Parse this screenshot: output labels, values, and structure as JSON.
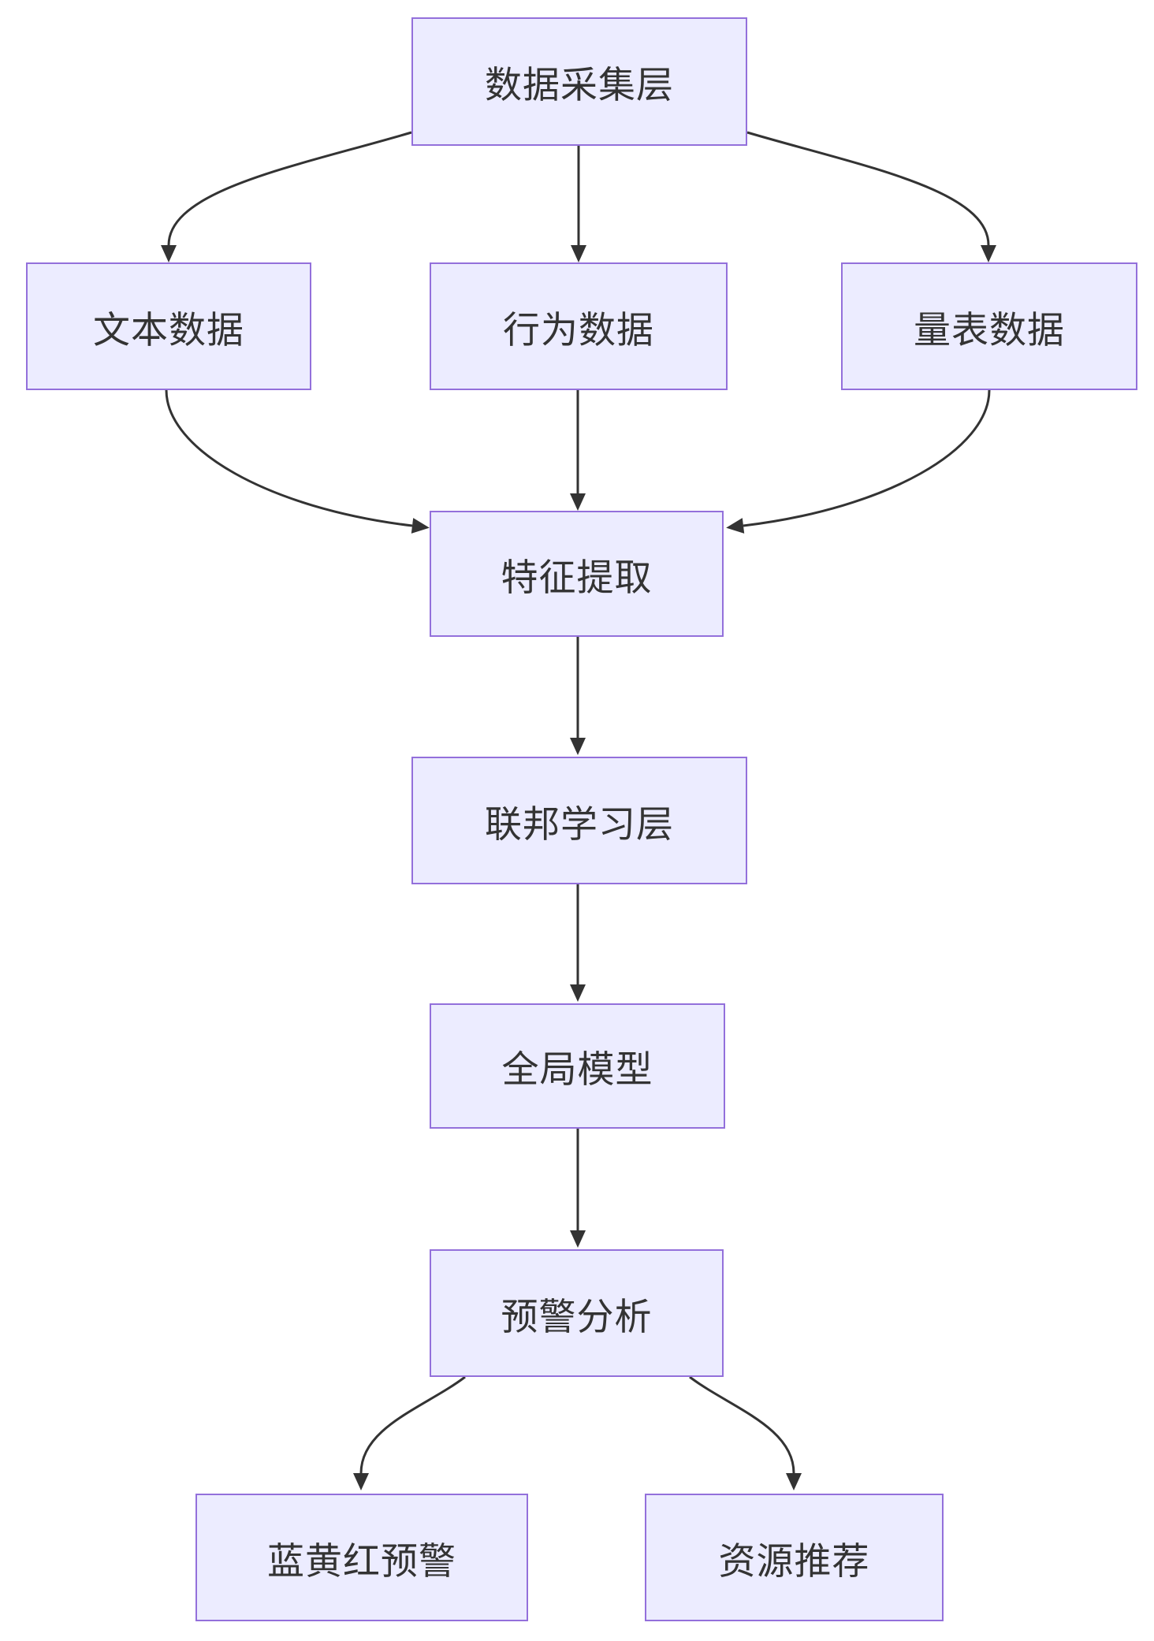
{
  "diagram": {
    "type": "flowchart",
    "direction": "top-down",
    "nodes": [
      {
        "id": "data_collection_layer",
        "label": "数据采集层"
      },
      {
        "id": "text_data",
        "label": "文本数据"
      },
      {
        "id": "behavior_data",
        "label": "行为数据"
      },
      {
        "id": "scale_data",
        "label": "量表数据"
      },
      {
        "id": "feature_extraction",
        "label": "特征提取"
      },
      {
        "id": "federated_learning_layer",
        "label": "联邦学习层"
      },
      {
        "id": "global_model",
        "label": "全局模型"
      },
      {
        "id": "warning_analysis",
        "label": "预警分析"
      },
      {
        "id": "blue_yellow_red_warning",
        "label": "蓝黄红预警"
      },
      {
        "id": "resource_recommendation",
        "label": "资源推荐"
      }
    ],
    "edges": [
      {
        "from": "数据采集层",
        "to": "文本数据"
      },
      {
        "from": "数据采集层",
        "to": "行为数据"
      },
      {
        "from": "数据采集层",
        "to": "量表数据"
      },
      {
        "from": "文本数据",
        "to": "特征提取"
      },
      {
        "from": "行为数据",
        "to": "特征提取"
      },
      {
        "from": "量表数据",
        "to": "特征提取"
      },
      {
        "from": "特征提取",
        "to": "联邦学习层"
      },
      {
        "from": "联邦学习层",
        "to": "全局模型"
      },
      {
        "from": "全局模型",
        "to": "预警分析"
      },
      {
        "from": "预警分析",
        "to": "蓝黄红预警"
      },
      {
        "from": "预警分析",
        "to": "资源推荐"
      }
    ],
    "colors": {
      "node_fill": "#ECECFF",
      "node_border": "#9370DB",
      "edge_stroke": "#333333",
      "label_text": "#333333"
    }
  }
}
